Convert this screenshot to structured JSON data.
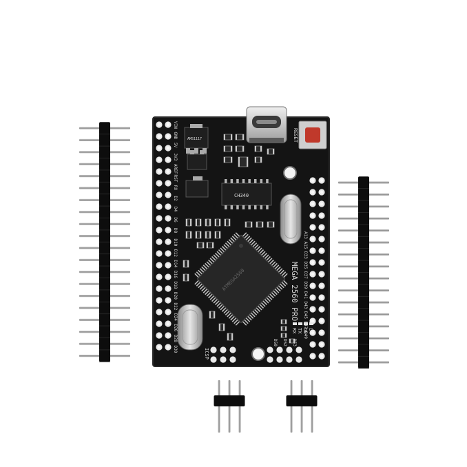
{
  "board": {
    "model_label": "MEGA 2560 PRO",
    "reset_label": "RESET",
    "icsp_label": "ICSP",
    "rx_label": "RX",
    "tx_label": "TX",
    "on_label": "ON",
    "led_label": "L",
    "mcu_marking": "ATMEGA2560",
    "reg_top_marking": "AMS1117",
    "reg_mid_marking": "CH340",
    "left_pins": [
      "VIN",
      "GND",
      "5V",
      "3V3",
      "AREF",
      "RST",
      "RX",
      "D2",
      "D4",
      "D6",
      "D8",
      "D10",
      "D12",
      "D14",
      "D16",
      "D18",
      "D20",
      "D22",
      "D24",
      "D26",
      "D28",
      "D30"
    ],
    "right_pins": [
      "A13",
      "A15",
      "D33",
      "D35",
      "D37",
      "D39",
      "D41",
      "D43",
      "D45",
      "D47",
      "D49"
    ],
    "bottom_pins": [
      "D50",
      "D52",
      "D53"
    ]
  },
  "colors": {
    "pcb": "#141414",
    "silkscreen": "#d9d9d9",
    "header_plastic": "#0d0d0d",
    "pin_metal": "#9a9a9a",
    "reset_button": "#c0392b",
    "usb_metal": "#c8c8c8"
  }
}
